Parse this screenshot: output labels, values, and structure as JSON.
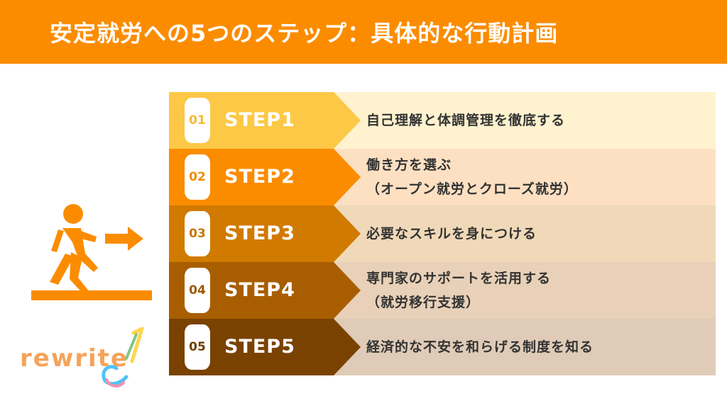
{
  "header": {
    "title": "安定就労への5つのステップ：具体的な行動計画",
    "bg_color": "#fb8c00"
  },
  "steps": [
    {
      "num": "01",
      "label": "STEP1",
      "lines": [
        "自己理解と体調管理を徹底する"
      ],
      "color": "#fcc845",
      "bg": "#fff2cf",
      "num_color": "#f7b733"
    },
    {
      "num": "02",
      "label": "STEP2",
      "lines": [
        "働き方を選ぶ",
        "（オープン就労とクローズ就労）"
      ],
      "color": "#fb8c00",
      "bg": "#fde0c2",
      "num_color": "#f28a00"
    },
    {
      "num": "03",
      "label": "STEP3",
      "lines": [
        "必要なスキルを身につける"
      ],
      "color": "#d17a00",
      "bg": "#f0d9b8",
      "num_color": "#c87400"
    },
    {
      "num": "04",
      "label": "STEP4",
      "lines": [
        "専門家のサポートを活用する",
        "（就労移行支援）"
      ],
      "color": "#a85e00",
      "bg": "#e8d1b8",
      "num_color": "#9c5800"
    },
    {
      "num": "05",
      "label": "STEP5",
      "lines": [
        "経済的な不安を和らげる制度を知る"
      ],
      "color": "#7a4200",
      "bg": "#dfcbb7",
      "num_color": "#6e3c00"
    }
  ],
  "icons": {
    "runner": "running-person-exit-icon",
    "logo": "rewrite-logo"
  },
  "logo": {
    "text": "rewrite"
  }
}
